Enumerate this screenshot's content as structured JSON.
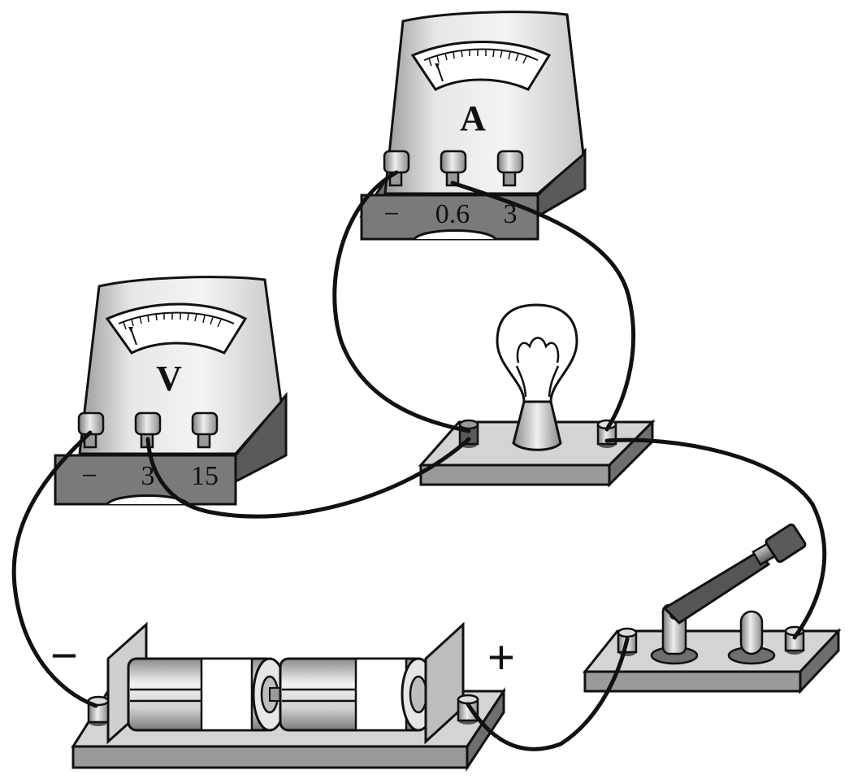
{
  "ammeter": {
    "symbol": "A",
    "terminals": [
      "−",
      "0.6",
      "3"
    ]
  },
  "voltmeter": {
    "symbol": "V",
    "terminals": [
      "−",
      "3",
      "15"
    ]
  },
  "battery": {
    "negative_label": "−",
    "positive_label": "+"
  },
  "colors": {
    "outline": "#111111",
    "light_gray": "#d4d4d4",
    "mid_gray": "#9a9a9a",
    "dark_gray": "#5a5a5a",
    "white": "#ffffff"
  }
}
